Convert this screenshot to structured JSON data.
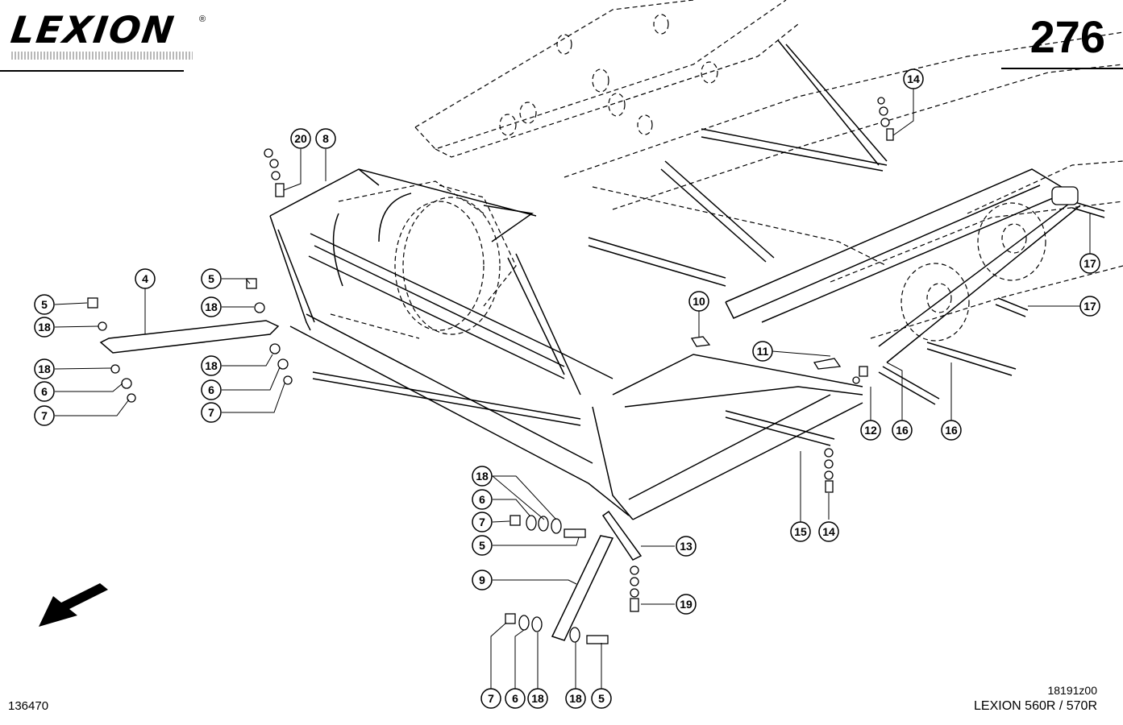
{
  "header": {
    "brand": "LEXION",
    "brand_mark": "®",
    "page_number": "276"
  },
  "footer": {
    "image_number": "136470",
    "drawing_code": "18191z00",
    "models": "LEXION 560R / 570R"
  },
  "callouts": {
    "c4": "4",
    "c5a": "5",
    "c5b": "5",
    "c5c": "5",
    "c5d": "5",
    "c18a": "18",
    "c18b": "18",
    "c18c": "18",
    "c18d": "18",
    "c18e": "18",
    "c18f": "18",
    "c18g": "18",
    "c6a": "6",
    "c6b": "6",
    "c6c": "6",
    "c6d": "6",
    "c7a": "7",
    "c7b": "7",
    "c7c": "7",
    "c7d": "7",
    "c8": "8",
    "c20": "20",
    "c9": "9",
    "c10": "10",
    "c11": "11",
    "c12": "12",
    "c13": "13",
    "c14a": "14",
    "c14b": "14",
    "c15": "15",
    "c16a": "16",
    "c16b": "16",
    "c17a": "17",
    "c17b": "17",
    "c19": "19"
  }
}
